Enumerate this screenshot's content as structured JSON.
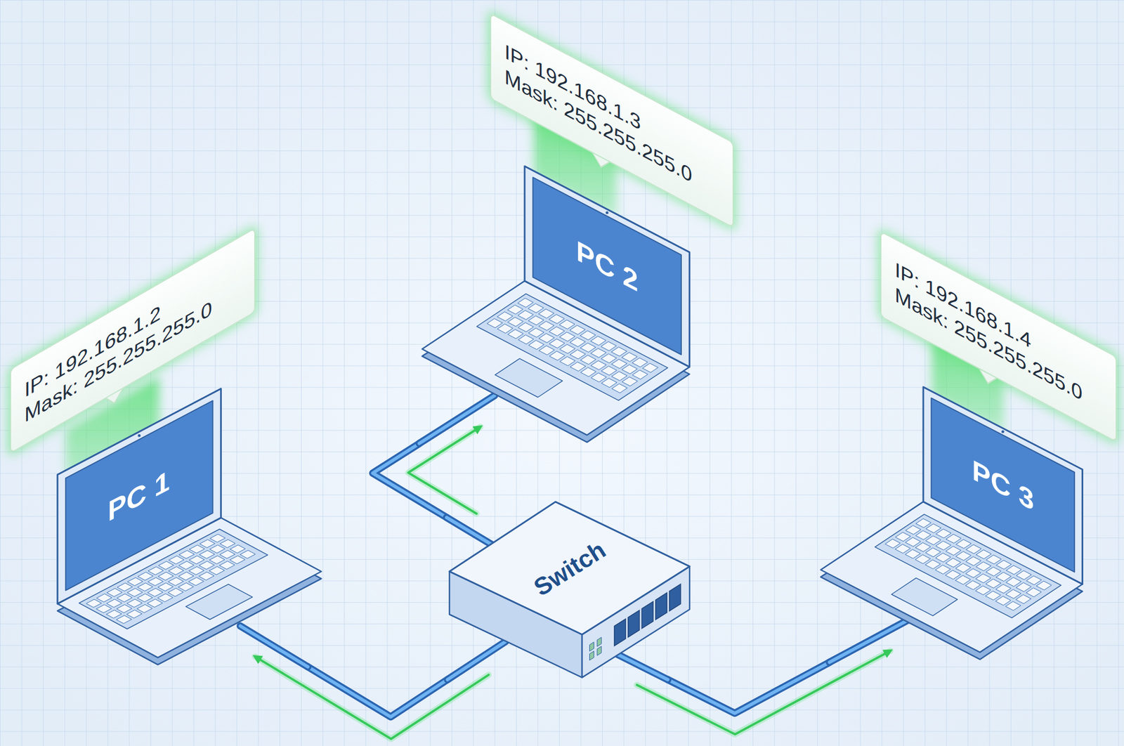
{
  "diagram": {
    "nodes": [
      {
        "text": [
          "IP: 192.168.1.2",
          "Mask: 255.255.255.0"
        ]
      },
      {
        "text": [
          "PC 1"
        ]
      },
      {
        "text": [
          "IP: 192.168.1.3",
          "Mask: 255.255.255.0"
        ]
      },
      {
        "text": [
          "PC 2"
        ]
      },
      {
        "text": [
          "IP: 192.168.1.4",
          "Mask: 255.255.255.0"
        ]
      },
      {
        "text": [
          "PC 3"
        ]
      },
      {
        "text": [
          "Switch"
        ]
      }
    ],
    "edges": [
      {
        "from": 6,
        "to": 1,
        "arrow": "to"
      },
      {
        "from": 6,
        "to": 3,
        "arrow": "to"
      },
      {
        "from": 6,
        "to": 5,
        "arrow": "to"
      }
    ]
  }
}
